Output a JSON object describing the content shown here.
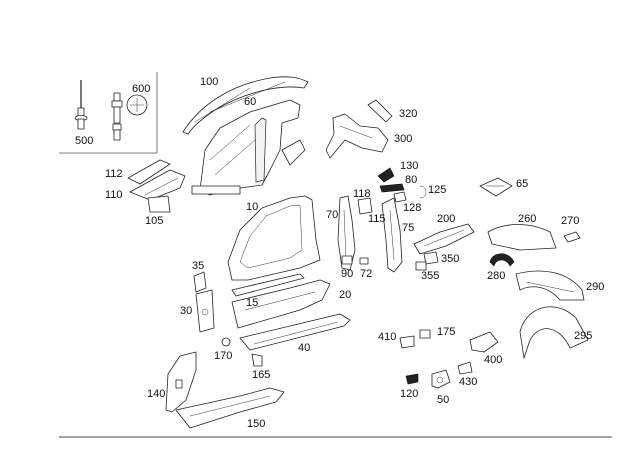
{
  "labels": {
    "l500": "500",
    "l600": "600",
    "l100": "100",
    "l60": "60",
    "l320": "320",
    "l300": "300",
    "l112": "112",
    "l110": "110",
    "l105": "105",
    "l130": "130",
    "l80": "80",
    "l118": "118",
    "l125": "125",
    "l65": "65",
    "l128": "128",
    "l115": "115",
    "l10": "10",
    "l70": "70",
    "l200": "200",
    "l260": "260",
    "l270": "270",
    "l75": "75",
    "l350": "350",
    "l90": "90",
    "l72": "72",
    "l355": "355",
    "l280": "280",
    "l290": "290",
    "l35": "35",
    "l20": "20",
    "l15": "15",
    "l30": "30",
    "l410": "410",
    "l175": "175",
    "l295": "295",
    "l40": "40",
    "l170": "170",
    "l400": "400",
    "l165": "165",
    "l430": "430",
    "l140": "140",
    "l120": "120",
    "l50": "50",
    "l150": "150"
  }
}
